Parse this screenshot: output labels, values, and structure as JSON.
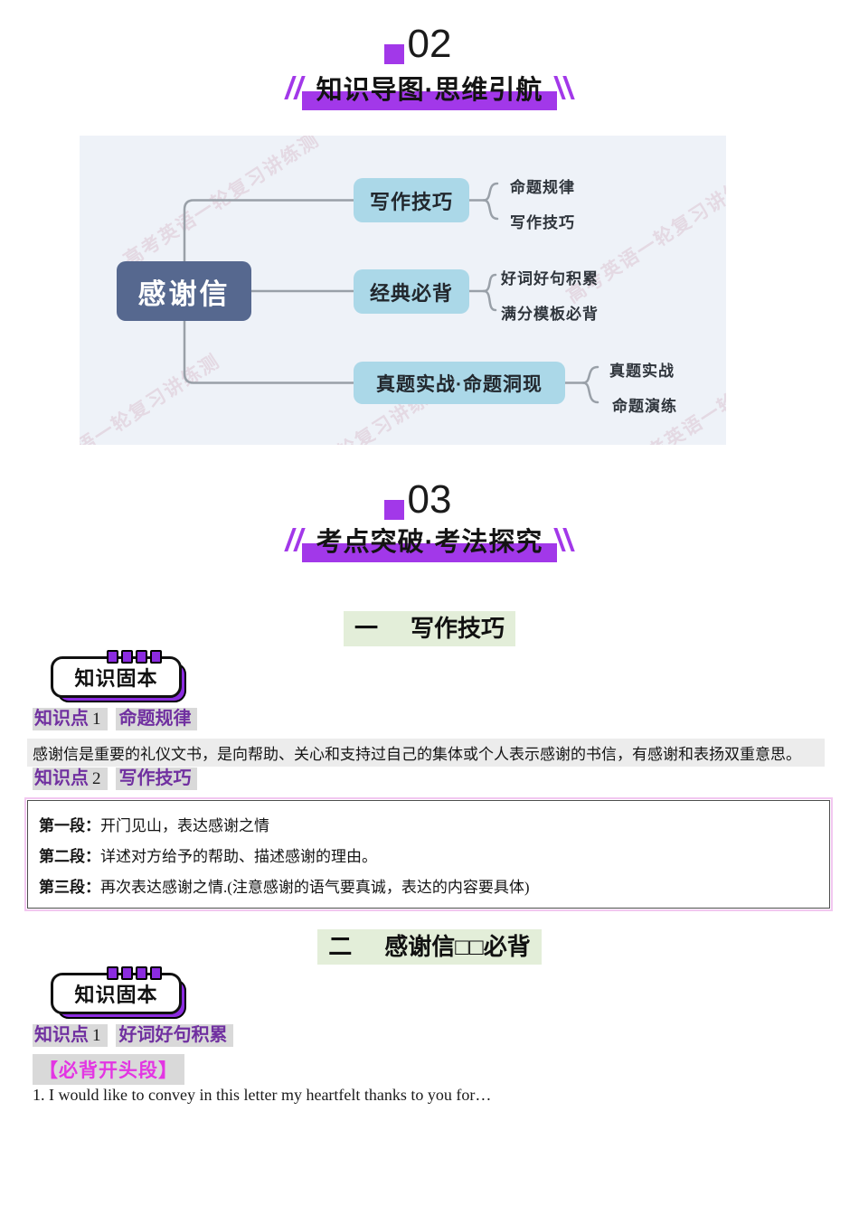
{
  "sections": {
    "s02": {
      "number": "02",
      "title": "知识导图·思维引航"
    },
    "s03": {
      "number": "03",
      "title": "考点突破·考法探究"
    }
  },
  "mindmap": {
    "watermark": "高考英语一轮复习讲练测",
    "root": "感谢信",
    "branches": [
      {
        "label": "写作技巧",
        "children": [
          "命题规律",
          "写作技巧"
        ]
      },
      {
        "label": "经典必背",
        "children": [
          "好词好句积累",
          "满分模板必背"
        ]
      },
      {
        "label": "真题实战·命题洞现",
        "children": [
          "真题实战",
          "命题演练"
        ]
      }
    ]
  },
  "headings": {
    "h1": {
      "index": "一",
      "title": "写作技巧"
    },
    "h2": {
      "index": "二",
      "title": "感谢信□□必背"
    }
  },
  "badge": {
    "label": "知识固本"
  },
  "knowledge_points": {
    "k1": {
      "prefix": "知识点",
      "num": "1",
      "title": "命题规律"
    },
    "k2": {
      "prefix": "知识点",
      "num": "2",
      "title": "写作技巧"
    },
    "k3": {
      "prefix": "知识点",
      "num": "1",
      "title": "好词好句积累"
    }
  },
  "paragraphs": {
    "definition": "感谢信是重要的礼仪文书，是向帮助、关心和支持过自己的集体或个人表示感谢的书信，有感谢和表扬双重意思。",
    "opening_label": "【必背开头段】",
    "english_1": "1. I would like to convey in this letter my heartfelt thanks to you for…"
  },
  "structure_box": {
    "rows": [
      {
        "label": "第一段：",
        "text": "开门见山，表达感谢之情"
      },
      {
        "label": "第二段：",
        "text": "详述对方给予的帮助、描述感谢的理由。"
      },
      {
        "label": "第三段：",
        "text": "再次表达感谢之情.(注意感谢的语气要真诚，表达的内容要具体)"
      }
    ]
  },
  "colors": {
    "accent_purple": "#a238e9",
    "badge_purple": "#8b2be0",
    "kp_purple": "#7030a0",
    "magenta": "#e335e3",
    "highlight_gray": "#d9d9d9",
    "body_highlight": "#ececec",
    "highlight_green": "#e3eed9",
    "map_background": "#eef2f8",
    "root_node": "#56688f",
    "branch_node": "#abd8e8",
    "connector_gray": "#99a0a8"
  }
}
